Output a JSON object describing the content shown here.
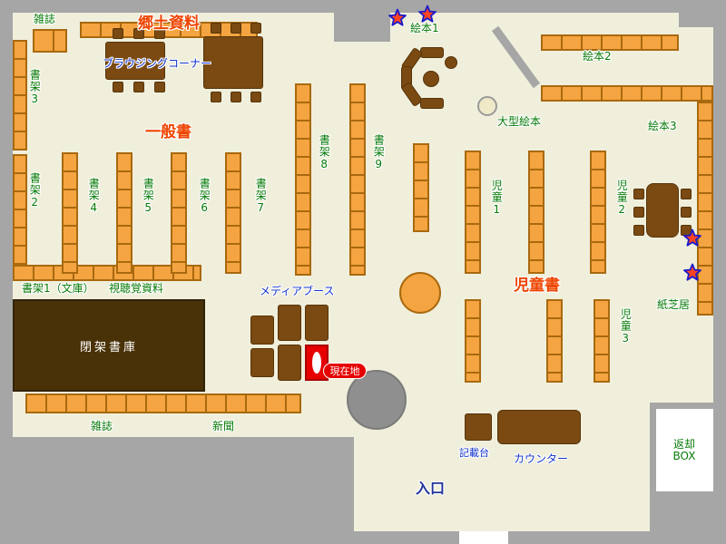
{
  "map": {
    "sections": {
      "local_materials": "郷土資料",
      "general_books": "一般書",
      "children_books": "児童書"
    },
    "labels": {
      "magazines_top": "雑誌",
      "browsing_corner": "ブラウジングコーナー",
      "shelf3": "書架3",
      "shelf2": "書架2",
      "shelf4": "書架4",
      "shelf5": "書架5",
      "shelf6": "書架6",
      "shelf7": "書架7",
      "shelf8": "書架8",
      "shelf9": "書架9",
      "shelf1_bunko": "書架1（文庫）",
      "av_materials": "視聴覚資料",
      "closed_stacks": "閉架書庫",
      "media_booth": "メディアブース",
      "current_location": "現在地",
      "magazines_bottom": "雑誌",
      "newspaper": "新聞",
      "picture_books1": "絵本1",
      "picture_books2": "絵本2",
      "picture_books3": "絵本3",
      "large_picture_books": "大型絵本",
      "children1": "児童1",
      "children2": "児童2",
      "children3": "児童3",
      "kamishibai": "紙芝居",
      "writing_desk": "記載台",
      "counter": "カウンター",
      "entrance": "入口",
      "return_box_line1": "返却",
      "return_box_line2": "BOX"
    },
    "colors": {
      "floor": "#f0efdc",
      "wall": "#a6a6a6",
      "shelf_fill": "#f4a440",
      "shelf_border": "#a9690f",
      "wood": "#7a4a12",
      "closed_stacks_bg": "#4a3208",
      "label_green": "#067a06",
      "label_blue": "#1133cc",
      "label_red": "#ee4400",
      "marker_red": "#e60000",
      "star_fill": "#ff4422",
      "star_stroke": "#1a1acc"
    }
  }
}
